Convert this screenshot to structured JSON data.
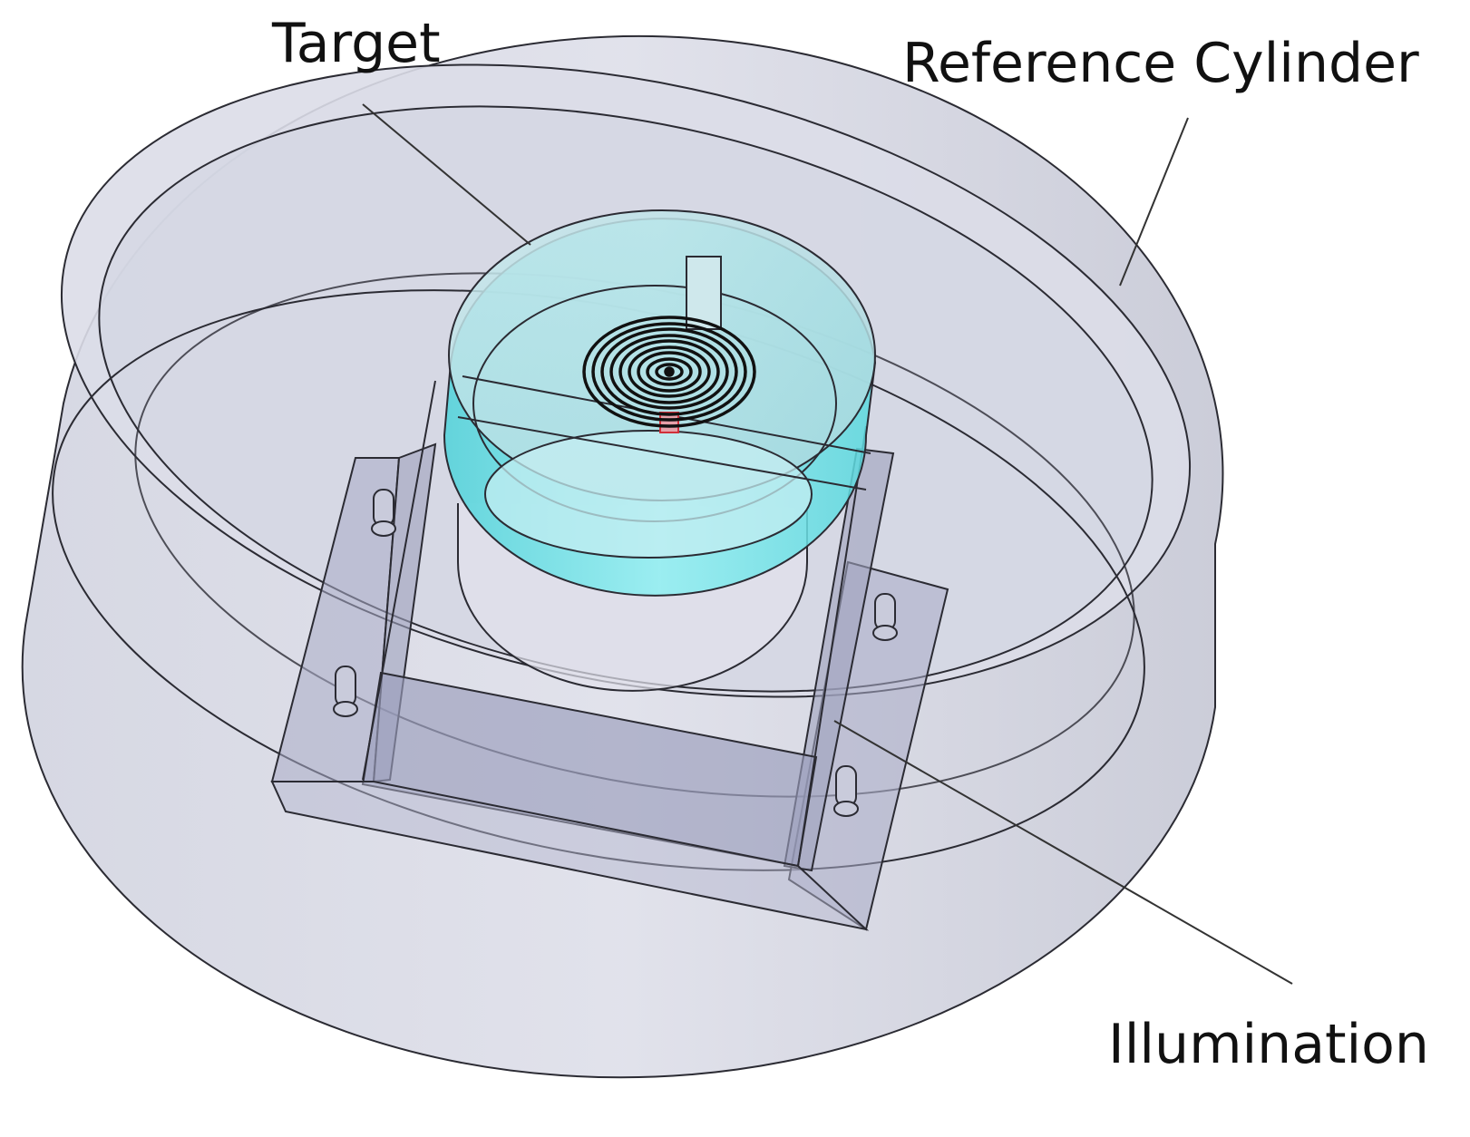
{
  "labels": {
    "target": "Target",
    "reference_cylinder": "Reference Cylinder",
    "illumination": "Illumination"
  },
  "colors": {
    "outline": "#2b2b33",
    "cylinder_fill": "#d6d8e4",
    "cylinder_side": "#c7c9d8",
    "bracket_fill": "#a9acc6",
    "target_top": "#bfe2e6",
    "target_side": "#6fe0e4",
    "spiral": "#111111",
    "marker": "#d0303a"
  }
}
